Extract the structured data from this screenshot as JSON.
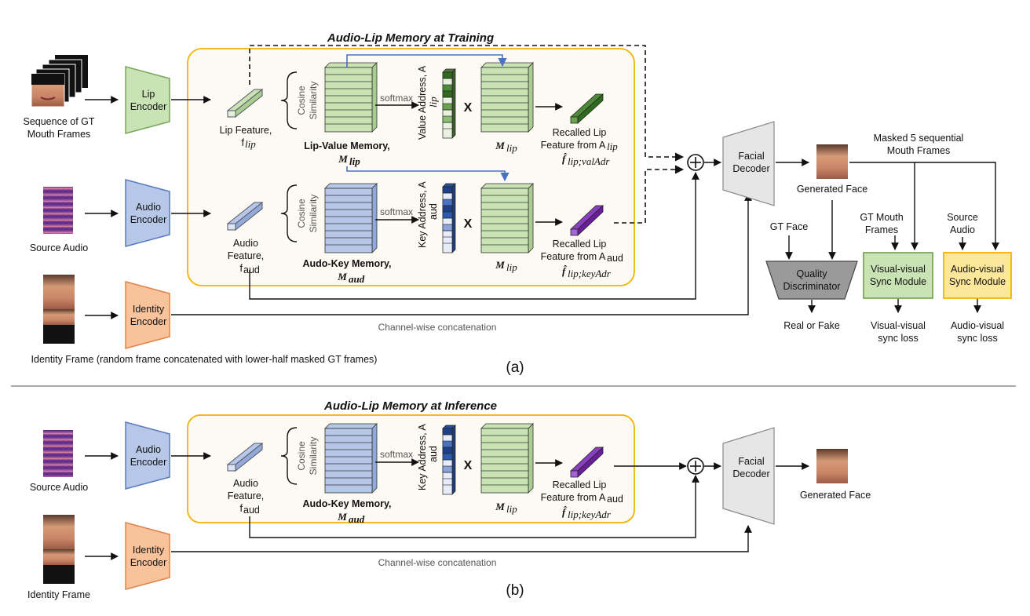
{
  "panel_a": {
    "title": "Audio-Lip Memory at Training",
    "label": "(a)",
    "gt_frames_label": [
      "Sequence of GT",
      "Mouth Frames"
    ],
    "source_audio": "Source Audio",
    "identity_frame": "Identity Frame (random frame concatenated with lower-half masked GT frames)",
    "lip_encoder": [
      "Lip",
      "Encoder"
    ],
    "audio_encoder": [
      "Audio",
      "Encoder"
    ],
    "identity_encoder": [
      "Identity",
      "Encoder"
    ],
    "lip_feature": [
      "Lip Feature,",
      "f"
    ],
    "lip_feature_sub": "lip",
    "audio_feature": [
      "Audio",
      "Feature,",
      "f"
    ],
    "audio_feature_sub": "aud",
    "cosine_similarity": [
      "Cosine",
      "Similarity"
    ],
    "lip_value_memory": "Lip-Value Memory,",
    "lip_value_symbol": "M",
    "lip_value_sub": "lip",
    "audio_key_memory": "Audo-Key Memory,",
    "audio_key_symbol": "M",
    "audio_key_sub": "aud",
    "softmax": "softmax",
    "value_address": "Value Address, A",
    "value_address_sub": "lip",
    "key_address": "Key Address, A",
    "key_address_sub": "aud",
    "times": "X",
    "m_lip": "M",
    "m_lip_sub": "lip",
    "recalled_lip": "Recalled Lip",
    "recalled_from_lip": "Feature from A",
    "recalled_from_lip_sub": "lip",
    "recalled_from_aud": "Feature from A",
    "recalled_from_aud_sub": "aud",
    "f_hat_val": "f̂",
    "f_hat_val_sub": "lip;valAdr",
    "f_hat_key": "f̂",
    "f_hat_key_sub": "lip;keyAdr",
    "facial_decoder": [
      "Facial",
      "Decoder"
    ],
    "generated_face": "Generated Face",
    "masked_frames": [
      "Masked 5 sequential",
      "Mouth Frames"
    ],
    "gt_face": "GT Face",
    "gt_mouth_frames": [
      "GT Mouth",
      "Frames"
    ],
    "source_audio_small": [
      "Source",
      "Audio"
    ],
    "quality_disc": [
      "Quality",
      "Discriminator"
    ],
    "vv_sync": [
      "Visual-visual",
      "Sync Module"
    ],
    "av_sync": [
      "Audio-visual",
      "Sync Module"
    ],
    "real_or_fake": "Real or Fake",
    "vv_loss": [
      "Visual-visual",
      "sync loss"
    ],
    "av_loss": [
      "Audio-visual",
      "sync loss"
    ],
    "channel_concat": "Channel-wise concatenation"
  },
  "panel_b": {
    "title": "Audio-Lip Memory at Inference",
    "label": "(b)",
    "source_audio": "Source Audio",
    "identity_frame": "Identity Frame",
    "generated_face": "Generated Face",
    "channel_concat": "Channel-wise concatenation"
  },
  "colors": {
    "lip": "#c9e3b5",
    "lip_stroke": "#7aa85c",
    "audio": "#b7c7e8",
    "audio_stroke": "#5b7cc0",
    "identity": "#f8c29b",
    "identity_stroke": "#e0844a",
    "memory_frame": "#f0b400",
    "memory_bg": "#fcfaf3",
    "decoder": "#e6e6e6",
    "vv_sync": "#c9e3b5",
    "av_sync": "#fde79a",
    "disc": "#9a9a9a",
    "recalled_green": "#2f6b1f",
    "recalled_purple": "#6a1f9a"
  }
}
